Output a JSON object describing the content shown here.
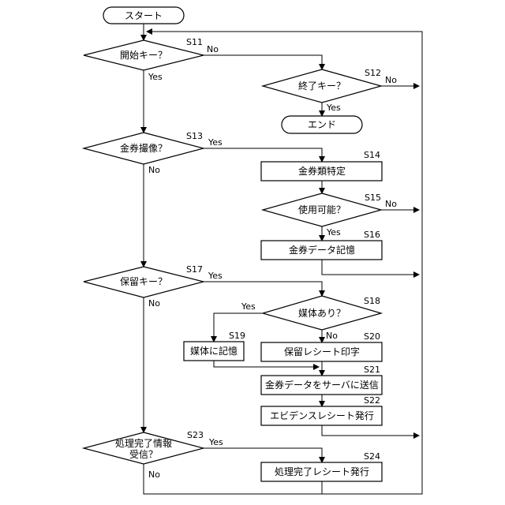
{
  "start": "スタート",
  "end": "エンド",
  "steps": {
    "s11": {
      "id": "S11",
      "label": "開始キー？"
    },
    "s12": {
      "id": "S12",
      "label": "終了キー？"
    },
    "s13": {
      "id": "S13",
      "label": "金券撮像？"
    },
    "s14": {
      "id": "S14",
      "label": "金券類特定"
    },
    "s15": {
      "id": "S15",
      "label": "使用可能？"
    },
    "s16": {
      "id": "S16",
      "label": "金券データ記憶"
    },
    "s17": {
      "id": "S17",
      "label": "保留キー？"
    },
    "s18": {
      "id": "S18",
      "label": "媒体あり？"
    },
    "s19": {
      "id": "S19",
      "label": "媒体に記憶"
    },
    "s20": {
      "id": "S20",
      "label": "保留レシート印字"
    },
    "s21": {
      "id": "S21",
      "label": "金券データをサーバに送信"
    },
    "s22": {
      "id": "S22",
      "label": "エビデンスレシート発行"
    },
    "s23": {
      "id": "S23",
      "line1": "処理完了情報",
      "line2": "受信？"
    },
    "s24": {
      "id": "S24",
      "label": "処理完了レシート発行"
    }
  },
  "branch": {
    "yes": "Yes",
    "no": "No"
  }
}
